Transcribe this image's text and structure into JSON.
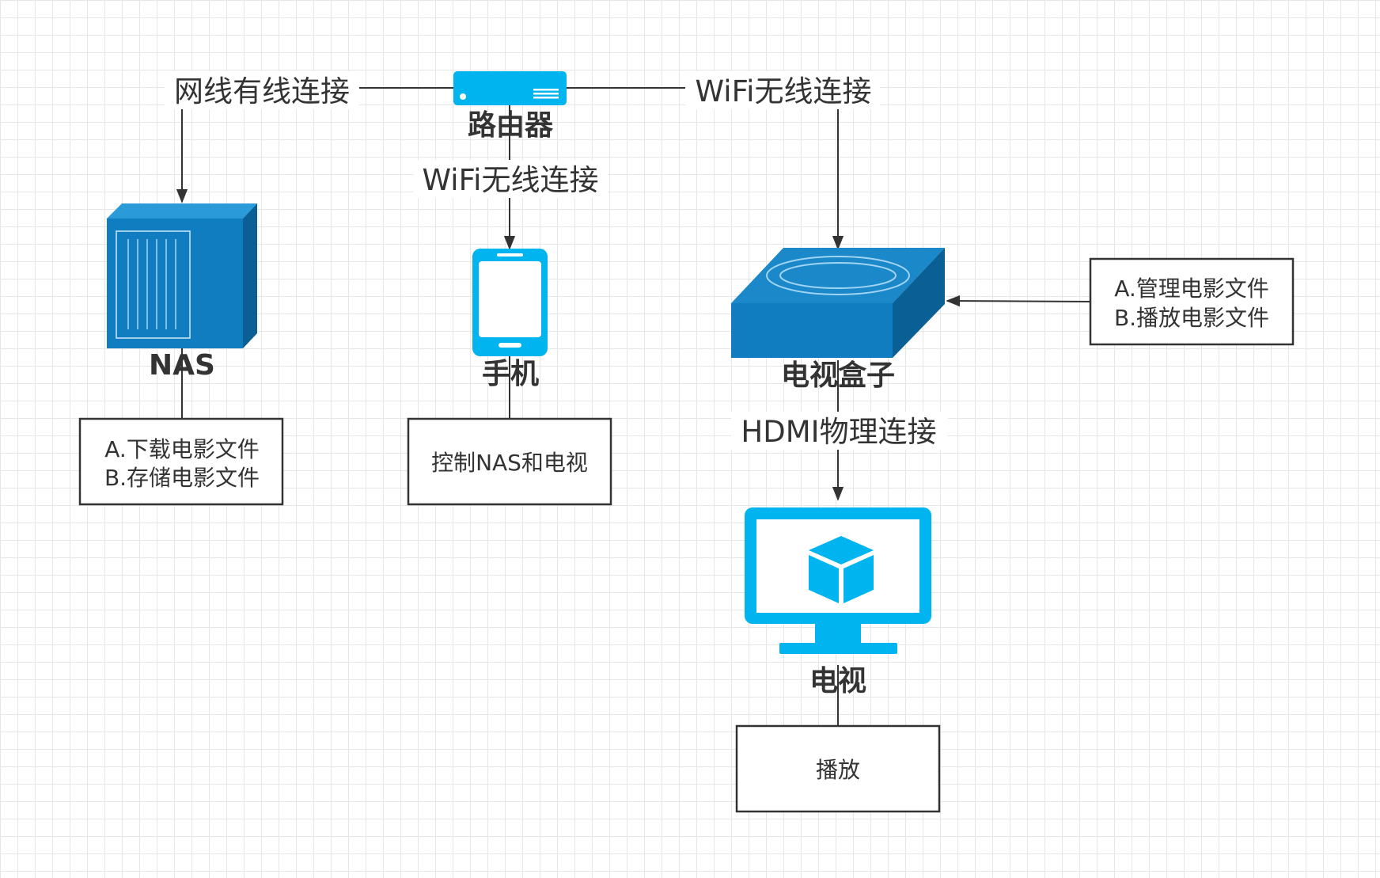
{
  "connections": {
    "router_nas": "网线有线连接",
    "router_tvbox": "WiFi无线连接",
    "router_phone": "WiFi无线连接",
    "tvbox_tv": "HDMI物理连接"
  },
  "nodes": {
    "router": "路由器",
    "nas": "NAS",
    "phone": "手机",
    "tvbox": "电视盒子",
    "tv": "电视"
  },
  "notes": {
    "nas": [
      "A.下载电影文件",
      "B.存储电影文件"
    ],
    "phone": [
      "控制NAS和电视"
    ],
    "tvbox": [
      "A.管理电影文件",
      "B.播放电影文件"
    ],
    "tv": [
      "播放"
    ]
  },
  "icons": {
    "router": "router-icon",
    "nas": "nas-server-icon",
    "phone": "smartphone-icon",
    "tvbox": "tv-box-icon",
    "tv": "tv-monitor-icon",
    "cube": "cube-icon"
  },
  "colors": {
    "bright_blue": "#00b4ef",
    "dark_blue": "#0f7dc0",
    "dark_blue_shade": "#0a5f94",
    "dark_blue_light": "#2a9ad8"
  }
}
